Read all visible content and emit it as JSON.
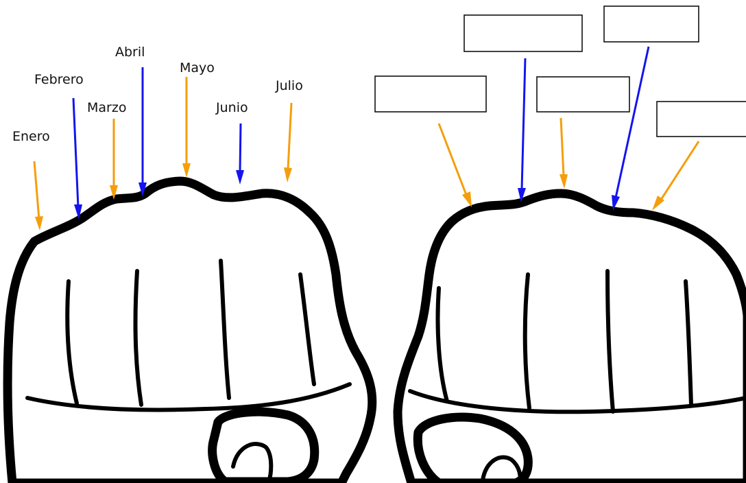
{
  "colors": {
    "knuckle_arrow": "#f59e0b",
    "valley_arrow": "#1414ee",
    "outline": "#000000",
    "background": "#ffffff"
  },
  "left_fist": {
    "labels": [
      {
        "text": "Enero",
        "arrow": "knuckle"
      },
      {
        "text": "Febrero",
        "arrow": "valley"
      },
      {
        "text": "Marzo",
        "arrow": "knuckle"
      },
      {
        "text": "Abril",
        "arrow": "valley"
      },
      {
        "text": "Mayo",
        "arrow": "knuckle"
      },
      {
        "text": "Junio",
        "arrow": "valley"
      },
      {
        "text": "Julio",
        "arrow": "knuckle"
      }
    ]
  },
  "right_fist": {
    "answer_boxes": [
      {
        "value": "",
        "arrow": "knuckle"
      },
      {
        "value": "",
        "arrow": "valley"
      },
      {
        "value": "",
        "arrow": "knuckle"
      },
      {
        "value": "",
        "arrow": "valley"
      },
      {
        "value": "",
        "arrow": "knuckle"
      }
    ]
  }
}
